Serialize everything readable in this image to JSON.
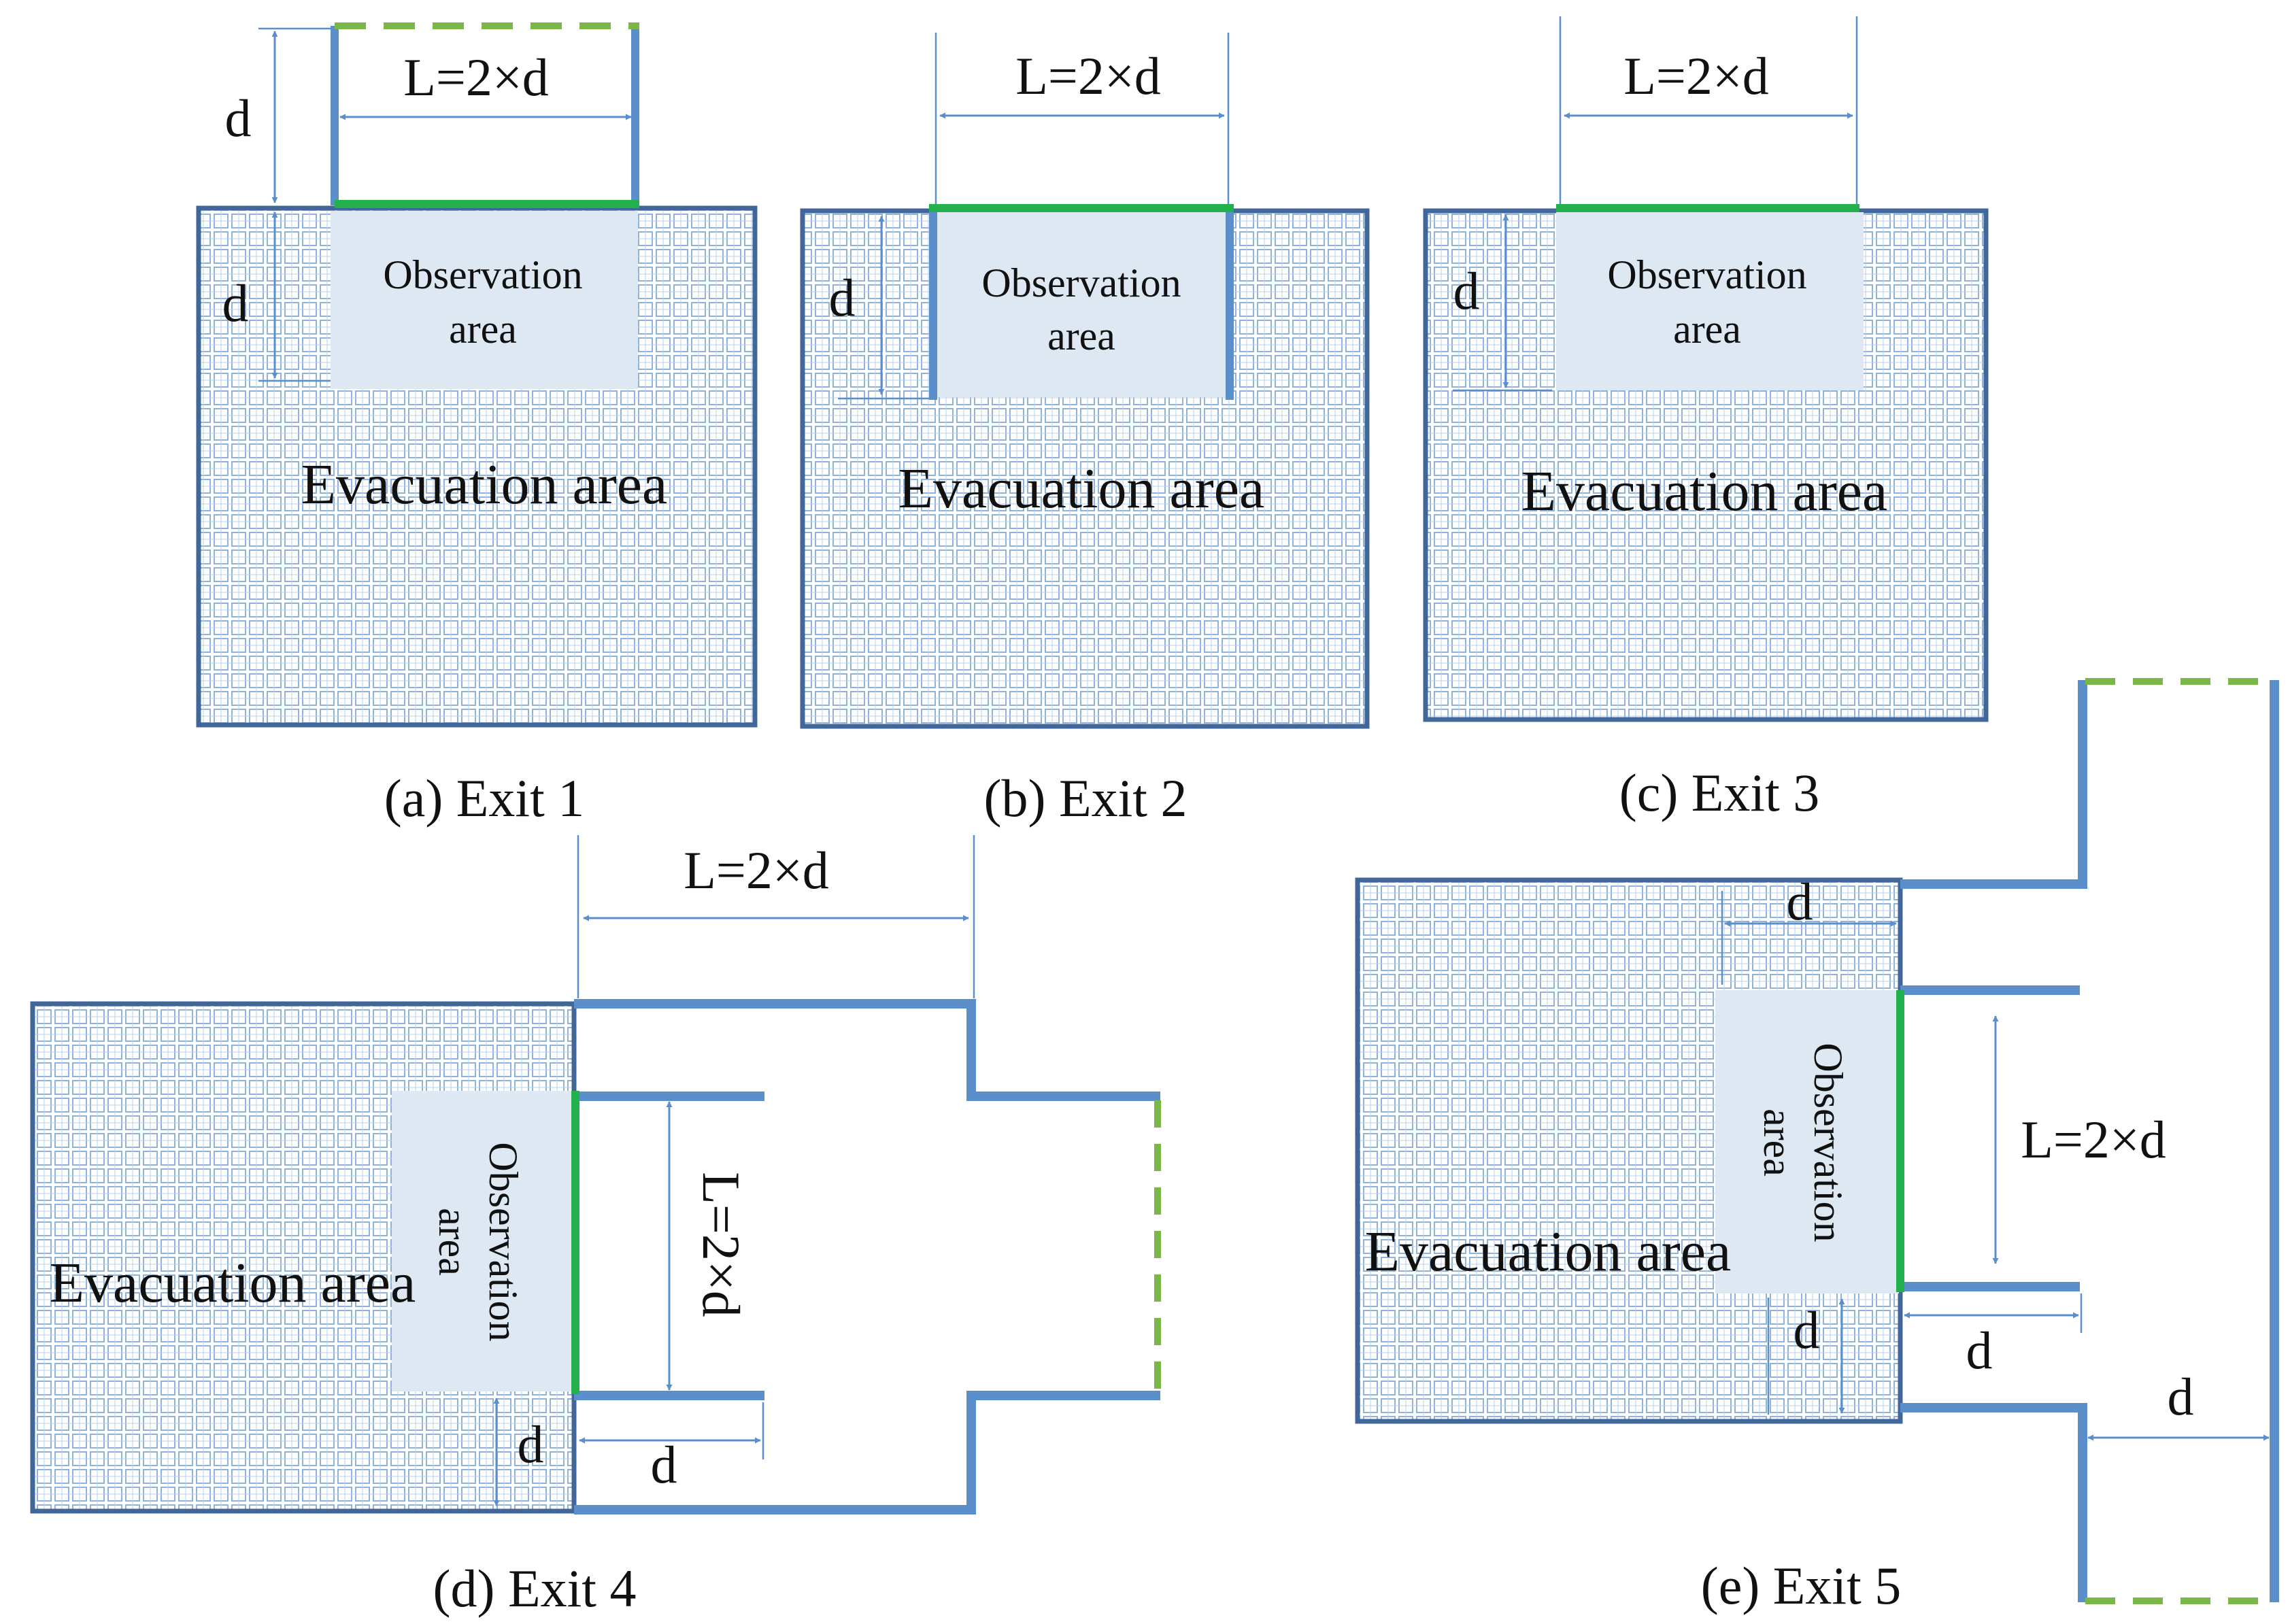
{
  "labels": {
    "dimension_width": "L=2×d",
    "dimension_depth": "d",
    "observation_line1": "Observation",
    "observation_line2": "area",
    "evacuation": "Evacuation area"
  },
  "captions": {
    "exit1": "(a) Exit 1",
    "exit2": "(b) Exit 2",
    "exit3": "(c) Exit 3",
    "exit4": "(d) Exit 4",
    "exit5": "(e) Exit 5"
  },
  "colors": {
    "wall": "#5b8fcc",
    "wall_dark": "#41669a",
    "exit_line": "#22b14c",
    "open_boundary": "#7ab648",
    "observation_fill": "#dde8f3",
    "grid_line": "#8fb2d8",
    "arrow": "#5b8fcc"
  }
}
